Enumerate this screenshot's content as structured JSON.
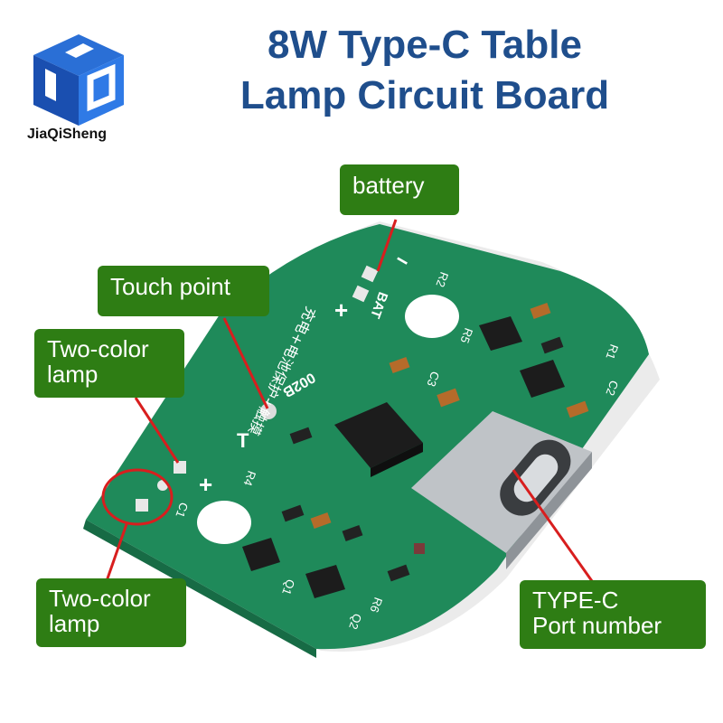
{
  "title": {
    "line1": "8W Type-C Table",
    "line2": "Lamp Circuit Board"
  },
  "brand": {
    "name": "JiaQiSheng"
  },
  "callouts": {
    "battery": "battery",
    "touch": "Touch point",
    "lamp_top_1": "Two-color",
    "lamp_top_2": "lamp",
    "lamp_bottom_1": "Two-color",
    "lamp_bottom_2": "lamp",
    "typec_1": "TYPE-C",
    "typec_2": "Port number"
  },
  "board_marks": {
    "minus": "−",
    "bat": "BAT",
    "plus": "+",
    "t": "T",
    "model": "002B",
    "r2": "R2",
    "r5": "R5",
    "r1": "R1",
    "c2": "C2",
    "c3": "C3",
    "c1": "C1",
    "r4": "R4",
    "r6": "R6",
    "q1": "Q1",
    "q2": "Q2",
    "cn": "充电+电池保护+触摸"
  },
  "colors": {
    "board": "#1f8a5a",
    "callout_bg": "#2e7d14",
    "title": "#1f4e8c",
    "leader": "#d81e1e"
  }
}
